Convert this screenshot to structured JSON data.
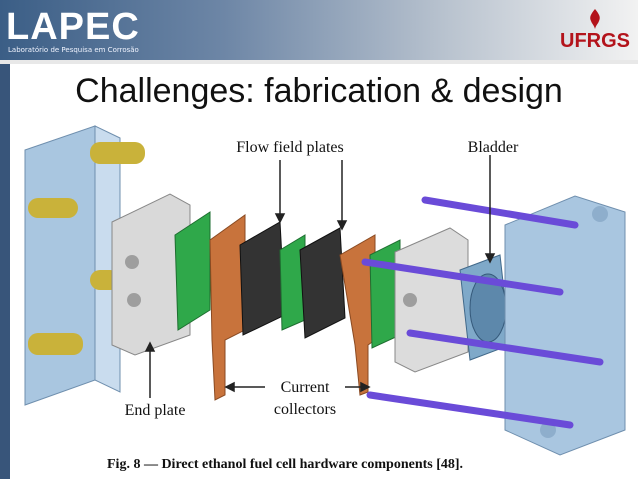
{
  "header": {
    "logo_text": "LAPEC",
    "logo_subtext": "Laboratório de Pesquisa em Corrosão",
    "university": "UFRGS"
  },
  "title": "Challenges: fabrication & design",
  "diagram": {
    "labels": {
      "flow_field": "Flow field plates",
      "bladder": "Bladder",
      "end_plate": "End plate",
      "current_1": "Current",
      "current_2": "collectors"
    }
  },
  "caption": "Fig. 8 — Direct ethanol fuel cell hardware components [48].",
  "colors": {
    "accent": "#3b5e86",
    "brand_red": "#b3131b",
    "rods": "#6a4bd8",
    "green_plate": "#2fa84a",
    "copper": "#c8733c"
  }
}
